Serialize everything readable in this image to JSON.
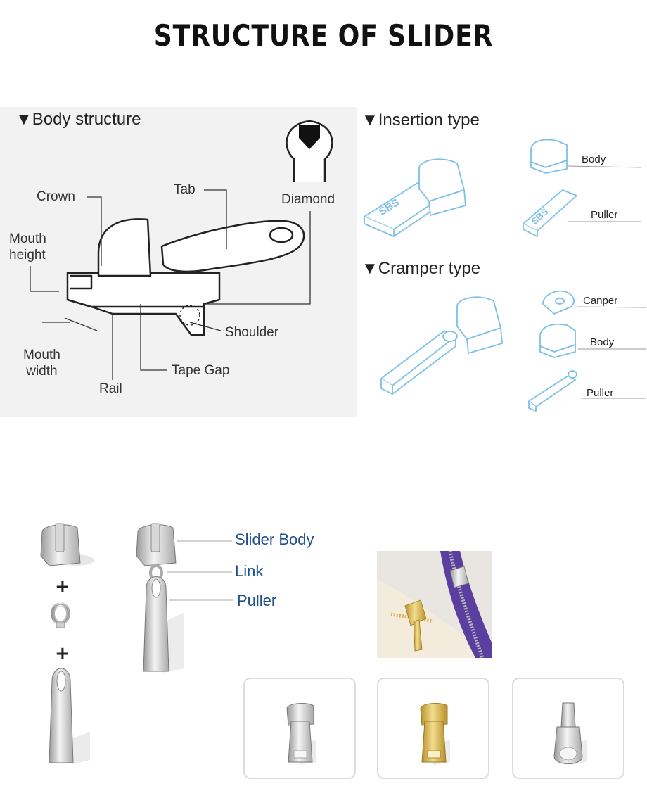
{
  "title": "STRUCTURE OF SLIDER",
  "body_structure": {
    "header": "▼Body structure",
    "labels": {
      "crown": "Crown",
      "tab": "Tab",
      "diamond": "Diamond",
      "mouth_height": "Mouth\nheight",
      "shoulder": "Shoulder",
      "mouth_width": "Mouth\nwidth",
      "tape_gap": "Tape Gap",
      "rail": "Rail"
    }
  },
  "insertion_type": {
    "header": "▼Insertion type",
    "labels": {
      "body": "Body",
      "puller": "Puller"
    },
    "puller_marking": "SBS"
  },
  "cramper_type": {
    "header": "▼Cramper type",
    "labels": {
      "canper": "Canper",
      "body": "Body",
      "puller": "Puller"
    }
  },
  "assembly": {
    "plus": "+",
    "labels": {
      "slider_body": "Slider Body",
      "link": "Link",
      "puller": "Puller"
    }
  },
  "colors": {
    "line_art_blue": "#7cc0e8",
    "label_blue": "#1f4f8f",
    "zipper_purple": "#5a3fa0",
    "zipper_cream": "#f3ecdc",
    "gold": "#d9b24a",
    "silver": "#c8c8c8"
  }
}
